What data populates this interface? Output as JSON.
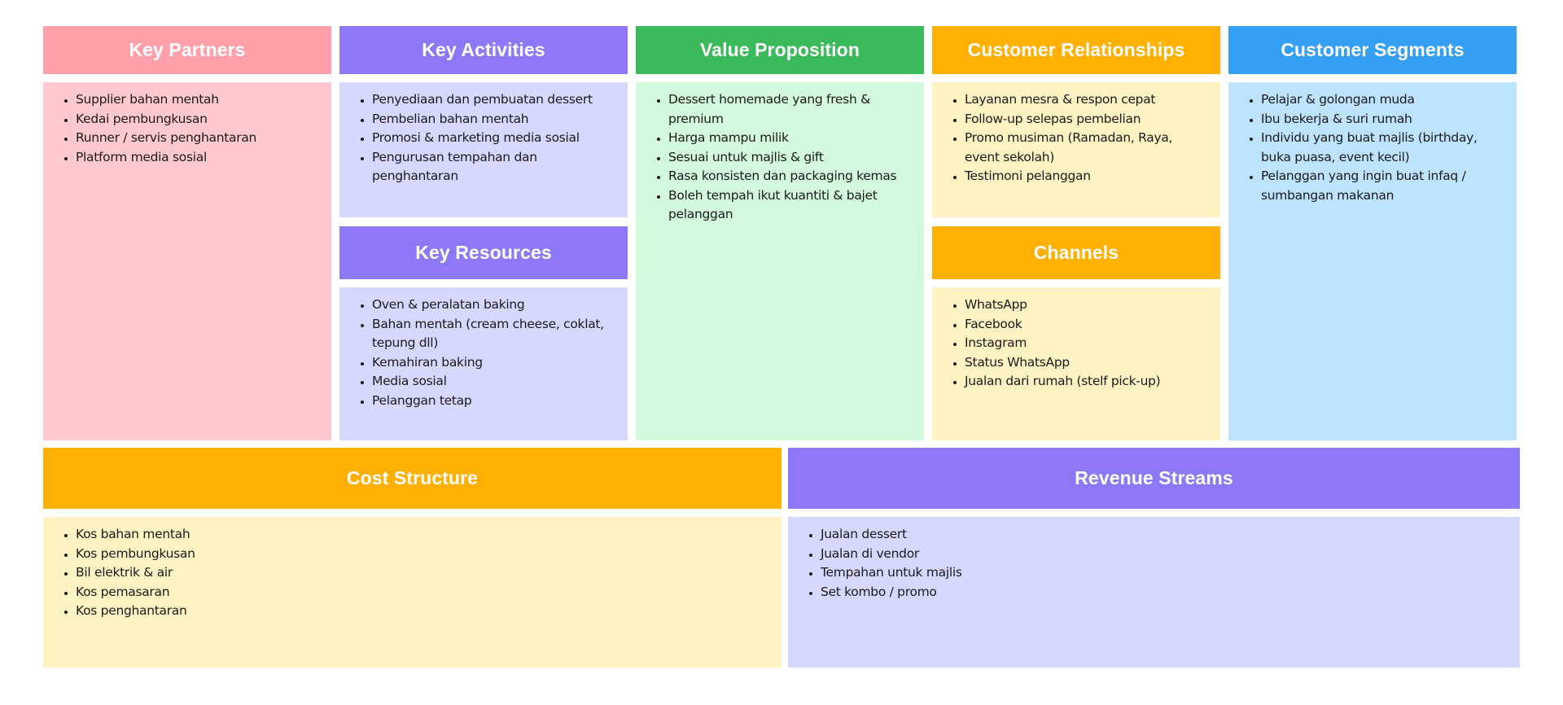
{
  "canvas": {
    "key_partners": {
      "title": "Key Partners",
      "items": [
        "Supplier bahan mentah",
        "Kedai pembungkusan",
        "Runner / servis penghantaran",
        "Platform media sosial"
      ],
      "header_color": "#ffa0aa",
      "body_color": "#ffc9cf"
    },
    "key_activities": {
      "title": "Key Activities",
      "items": [
        "Penyediaan dan pembuatan dessert",
        "Pembelian bahan mentah",
        "Promosi & marketing media sosial",
        "Pengurusan tempahan dan penghantaran"
      ],
      "header_color": "#8f78f8",
      "body_color": "#d7d8ff"
    },
    "key_resources": {
      "title": "Key Resources",
      "items": [
        "Oven & peralatan baking",
        "Bahan mentah (cream cheese, coklat, tepung dll)",
        "Kemahiran baking",
        "Media sosial",
        "Pelanggan tetap"
      ],
      "header_color": "#8f78f8",
      "body_color": "#d7d8ff"
    },
    "value_proposition": {
      "title": "Value Proposition",
      "items": [
        "Dessert homemade yang fresh & premium",
        "Harga mampu milik",
        "Sesuai untuk majlis & gift",
        "Rasa konsisten dan packaging kemas",
        "Boleh tempah ikut kuantiti & bajet pelanggan"
      ],
      "header_color": "#3bb95b",
      "body_color": "#d3fadc"
    },
    "customer_relationships": {
      "title": "Customer Relationships",
      "items": [
        "Layanan mesra & respon cepat",
        "Follow-up selepas pembelian",
        "Promo musiman (Ramadan, Raya, event sekolah)",
        "Testimoni pelanggan"
      ],
      "header_color": "#ffb002",
      "body_color": "#fff3c3"
    },
    "channels": {
      "title": "Channels",
      "items": [
        "WhatsApp",
        "Facebook",
        "Instagram",
        "Status WhatsApp",
        "Jualan dari rumah (stelf pick-up)"
      ],
      "header_color": "#ffb002",
      "body_color": "#fff3c3"
    },
    "customer_segments": {
      "title": "Customer Segments",
      "items": [
        "Pelajar & golongan muda",
        "Ibu bekerja & suri rumah",
        "Individu yang buat majlis (birthday, buka puasa, event kecil)",
        "Pelanggan yang ingin buat infaq / sumbangan makanan"
      ],
      "header_color": "#359ff3",
      "body_color": "#bee3ff"
    },
    "cost_structure": {
      "title": "Cost Structure",
      "items": [
        "Kos bahan mentah",
        "Kos pembungkusan",
        "Bil elektrik & air",
        "Kos pemasaran",
        "Kos penghantaran"
      ],
      "header_color": "#ffb002",
      "body_color": "#fff3c3"
    },
    "revenue_streams": {
      "title": "Revenue Streams",
      "items": [
        "Jualan dessert",
        "Jualan di vendor",
        "Tempahan untuk majlis",
        "Set kombo / promo"
      ],
      "header_color": "#8f78f8",
      "body_color": "#d7d8ff"
    }
  }
}
